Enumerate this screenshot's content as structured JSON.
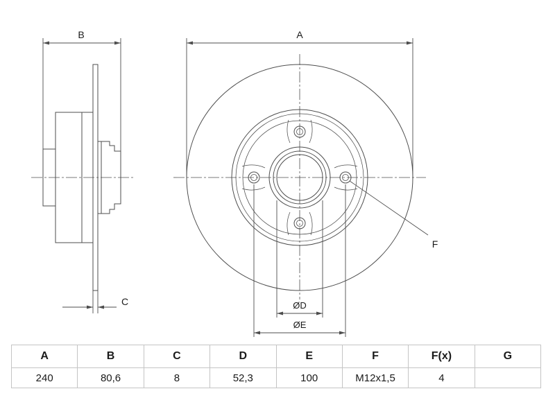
{
  "drawing": {
    "side_view": {
      "dim_b": "B",
      "dim_c": "C"
    },
    "front_view": {
      "dim_a": "A",
      "dim_d": "ØD",
      "dim_e": "ØE",
      "callout_f": "F"
    }
  },
  "spec_table": {
    "headers": [
      "A",
      "B",
      "C",
      "D",
      "E",
      "F",
      "F(x)",
      "G"
    ],
    "values": [
      "240",
      "80,6",
      "8",
      "52,3",
      "100",
      "M12x1,5",
      "4",
      ""
    ]
  },
  "colors": {
    "line": "#4d4d4d",
    "text": "#1a1a1a",
    "table_border": "#c4c4c4",
    "background": "#ffffff"
  }
}
